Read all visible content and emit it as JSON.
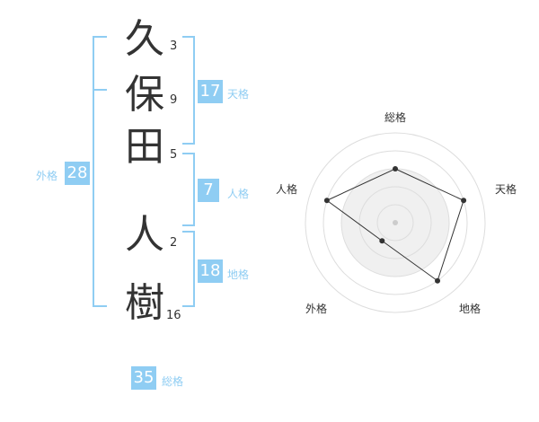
{
  "name_chars": [
    {
      "char": "久",
      "strokes": "3"
    },
    {
      "char": "保",
      "strokes": "9"
    },
    {
      "char": "田",
      "strokes": "5"
    },
    {
      "char": "人",
      "strokes": "2"
    },
    {
      "char": "樹",
      "strokes": "16"
    }
  ],
  "fortunes": {
    "tenkaku": {
      "value": "17",
      "label": "天格"
    },
    "jinkaku": {
      "value": "7",
      "label": "人格"
    },
    "chikaku": {
      "value": "18",
      "label": "地格"
    },
    "gaikaku": {
      "value": "28",
      "label": "外格"
    },
    "soukaku": {
      "value": "35",
      "label": "総格"
    }
  },
  "colors": {
    "accent": "#8fcdf3",
    "text": "#333333",
    "radar_fill": "#f0f0f0"
  },
  "chart_data": {
    "type": "radar",
    "axes": [
      "総格",
      "天格",
      "地格",
      "外格",
      "人格"
    ],
    "values": [
      0.6,
      0.8,
      0.8,
      0.25,
      0.8
    ],
    "max": 1
  }
}
